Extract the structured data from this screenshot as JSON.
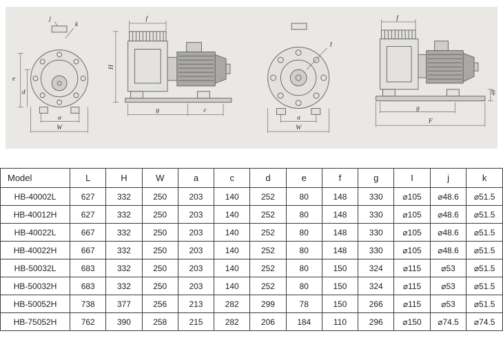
{
  "panel": {
    "background": "#e9e8e5"
  },
  "diagrams": {
    "left_front": {
      "j": "j",
      "k": "k",
      "e": "e",
      "d": "d",
      "a": "a",
      "w": "W"
    },
    "left_side": {
      "f": "f",
      "h": "H",
      "g": "g",
      "c": "c"
    },
    "right_front": {
      "i": "I",
      "a": "a",
      "w": "W"
    },
    "right_side": {
      "f": "f",
      "g": "g",
      "f_total": "F",
      "base_height": "48"
    }
  },
  "table": {
    "headers": [
      "Model",
      "L",
      "H",
      "W",
      "a",
      "c",
      "d",
      "e",
      "f",
      "g",
      "I",
      "j",
      "k"
    ],
    "rows": [
      {
        "model": "HB-40002L",
        "values": [
          "627",
          "332",
          "250",
          "203",
          "140",
          "252",
          "80",
          "148",
          "330",
          "⌀105",
          "⌀48.6",
          "⌀51.5"
        ]
      },
      {
        "model": "HB-40012H",
        "values": [
          "627",
          "332",
          "250",
          "203",
          "140",
          "252",
          "80",
          "148",
          "330",
          "⌀105",
          "⌀48.6",
          "⌀51.5"
        ]
      },
      {
        "model": "HB-40022L",
        "values": [
          "667",
          "332",
          "250",
          "203",
          "140",
          "252",
          "80",
          "148",
          "330",
          "⌀105",
          "⌀48.6",
          "⌀51.5"
        ]
      },
      {
        "model": "HB-40022H",
        "values": [
          "667",
          "332",
          "250",
          "203",
          "140",
          "252",
          "80",
          "148",
          "330",
          "⌀105",
          "⌀48.6",
          "⌀51.5"
        ]
      },
      {
        "model": "HB-50032L",
        "values": [
          "683",
          "332",
          "250",
          "203",
          "140",
          "252",
          "80",
          "150",
          "324",
          "⌀115",
          "⌀53",
          "⌀51.5"
        ]
      },
      {
        "model": "HB-50032H",
        "values": [
          "683",
          "332",
          "250",
          "203",
          "140",
          "252",
          "80",
          "150",
          "324",
          "⌀115",
          "⌀53",
          "⌀51.5"
        ]
      },
      {
        "model": "HB-50052H",
        "values": [
          "738",
          "377",
          "256",
          "213",
          "282",
          "299",
          "78",
          "150",
          "266",
          "⌀115",
          "⌀53",
          "⌀51.5"
        ]
      },
      {
        "model": "HB-75052H",
        "values": [
          "762",
          "390",
          "258",
          "215",
          "282",
          "206",
          "184",
          "110",
          "296",
          "⌀150",
          "⌀74.5",
          "⌀74.5"
        ]
      }
    ]
  }
}
